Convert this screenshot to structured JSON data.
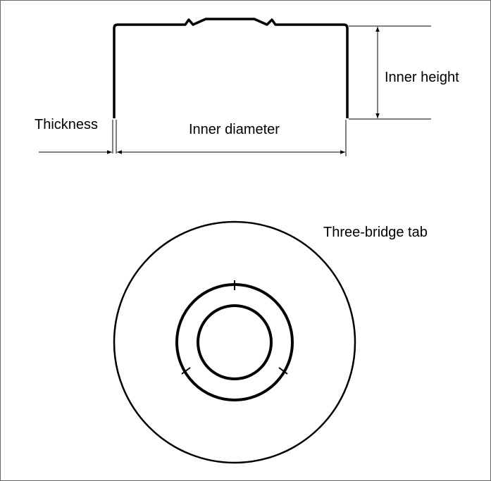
{
  "labels": {
    "thickness": "Thickness",
    "inner_diameter": "Inner diameter",
    "inner_height": "Inner height",
    "three_bridge_tab": "Three-bridge tab"
  },
  "colors": {
    "line": "#000000",
    "frame": "#666666",
    "background": "#ffffff"
  }
}
